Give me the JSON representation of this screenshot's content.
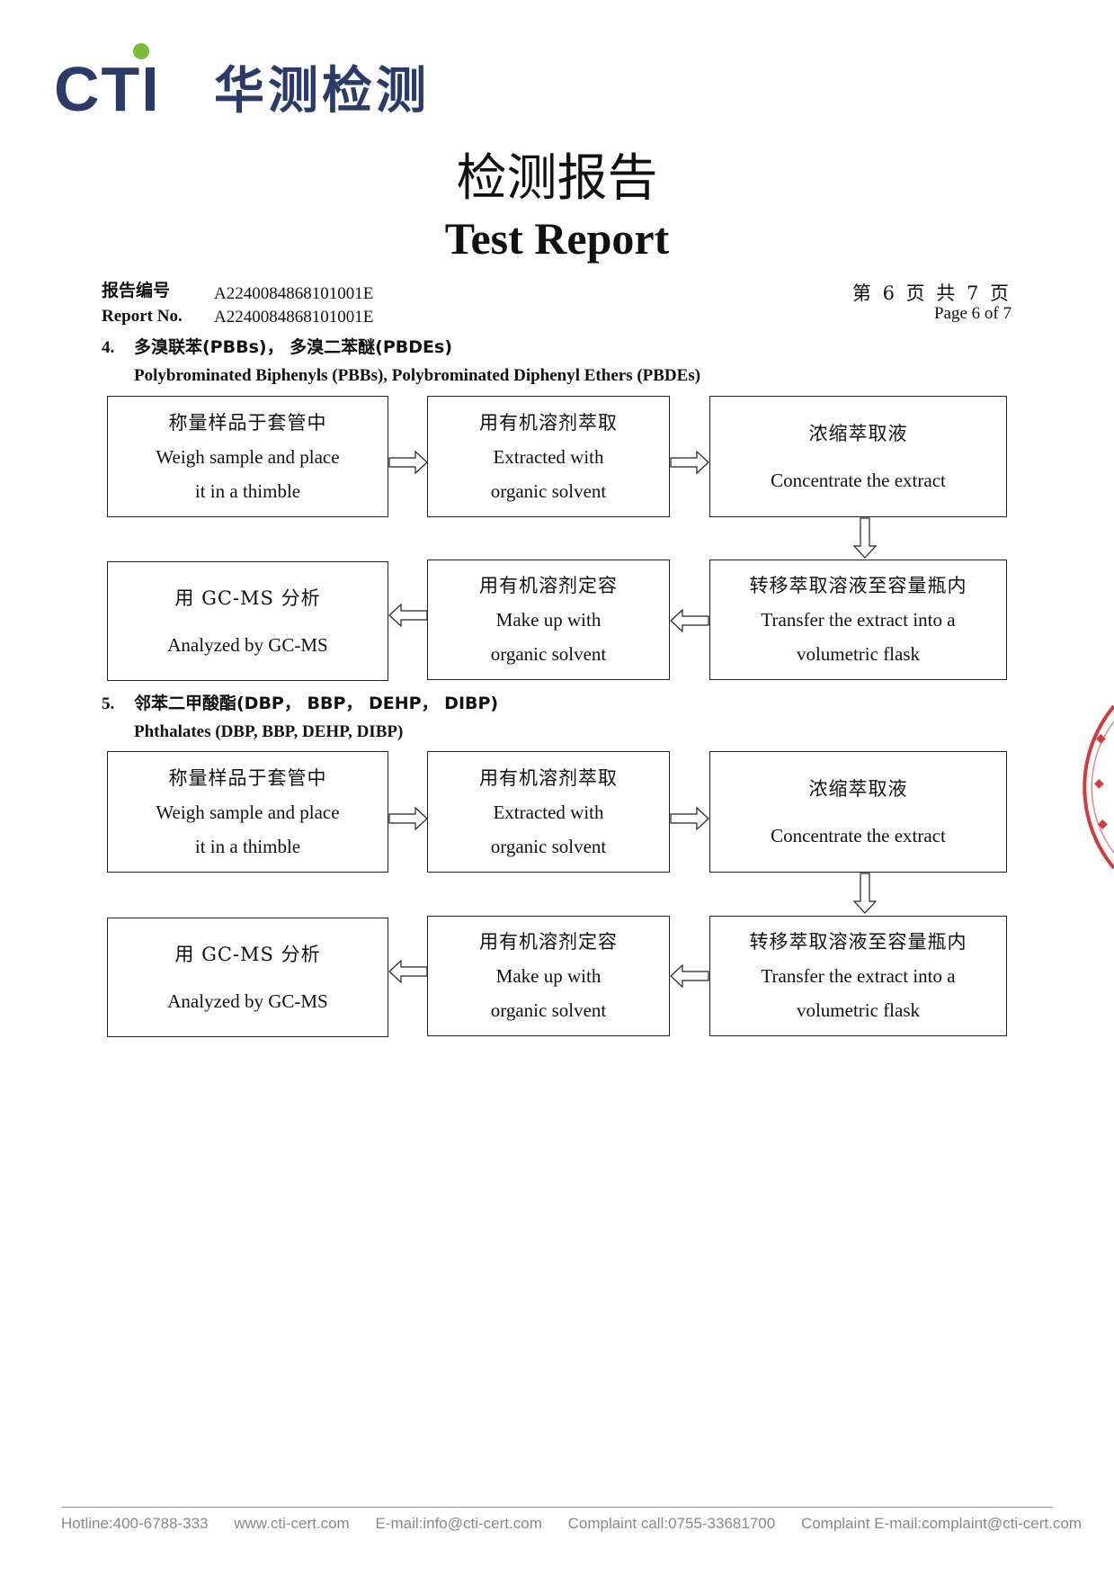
{
  "logo": {
    "brand": "CTI",
    "cn": "华测检测"
  },
  "title": {
    "cn": "检测报告",
    "en": "Test Report"
  },
  "report": {
    "label_cn": "报告编号",
    "label_en": "Report No.",
    "number": "A2240084868101001E",
    "page_cn": "第 6 页   共 7 页",
    "page_en": "Page 6 of 7"
  },
  "sections": [
    {
      "num": "4.",
      "title_cn": "多溴联苯(PBBs)，  多溴二苯醚(PBDEs)",
      "title_en": "Polybrominated Biphenyls (PBBs), Polybrominated Diphenyl Ethers (PBDEs)",
      "steps": [
        {
          "cn": "称量样品于套管中",
          "en1": "Weigh sample and place",
          "en2": "it in a thimble"
        },
        {
          "cn": "用有机溶剂萃取",
          "en1": "Extracted with",
          "en2": "organic solvent"
        },
        {
          "cn": "浓缩萃取液",
          "en1": "Concentrate the extract",
          "en2": ""
        },
        {
          "cn": "转移萃取溶液至容量瓶内",
          "en1": "Transfer the extract into a",
          "en2": "volumetric flask"
        },
        {
          "cn": "用有机溶剂定容",
          "en1": "Make up with",
          "en2": "organic solvent"
        },
        {
          "cn": "用 GC-MS 分析",
          "en1": "Analyzed by GC-MS",
          "en2": ""
        }
      ]
    },
    {
      "num": "5.",
      "title_cn": "邻苯二甲酸酯(DBP， BBP， DEHP， DIBP)",
      "title_en": "Phthalates (DBP, BBP, DEHP, DIBP)",
      "steps": [
        {
          "cn": "称量样品于套管中",
          "en1": "Weigh sample and place",
          "en2": "it in a thimble"
        },
        {
          "cn": "用有机溶剂萃取",
          "en1": "Extracted with",
          "en2": "organic solvent"
        },
        {
          "cn": "浓缩萃取液",
          "en1": "Concentrate the extract",
          "en2": ""
        },
        {
          "cn": "转移萃取溶液至容量瓶内",
          "en1": "Transfer the extract into a",
          "en2": "volumetric flask"
        },
        {
          "cn": "用有机溶剂定容",
          "en1": "Make up with",
          "en2": "organic solvent"
        },
        {
          "cn": "用 GC-MS 分析",
          "en1": "Analyzed by GC-MS",
          "en2": ""
        }
      ]
    }
  ],
  "footer": {
    "hotline": "Hotline:400-6788-333",
    "website": "www.cti-cert.com",
    "email": "E-mail:info@cti-cert.com",
    "complaint_call": "Complaint call:0755-33681700",
    "complaint_email": "Complaint E-mail:complaint@cti-cert.com"
  }
}
